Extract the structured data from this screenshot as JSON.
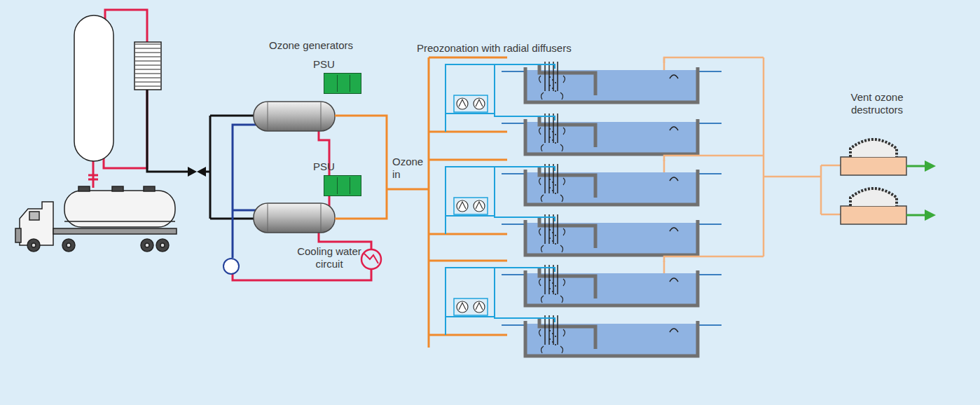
{
  "diagram": {
    "nodes": [
      {
        "text": [
          "PSU"
        ]
      },
      {
        "text": [
          "PSU"
        ]
      }
    ],
    "labels": [
      "Ozone generators",
      "Ozone in",
      "Cooling water circuit",
      "Preozonation with radial diffusers",
      "Vent ozone destructors"
    ]
  }
}
